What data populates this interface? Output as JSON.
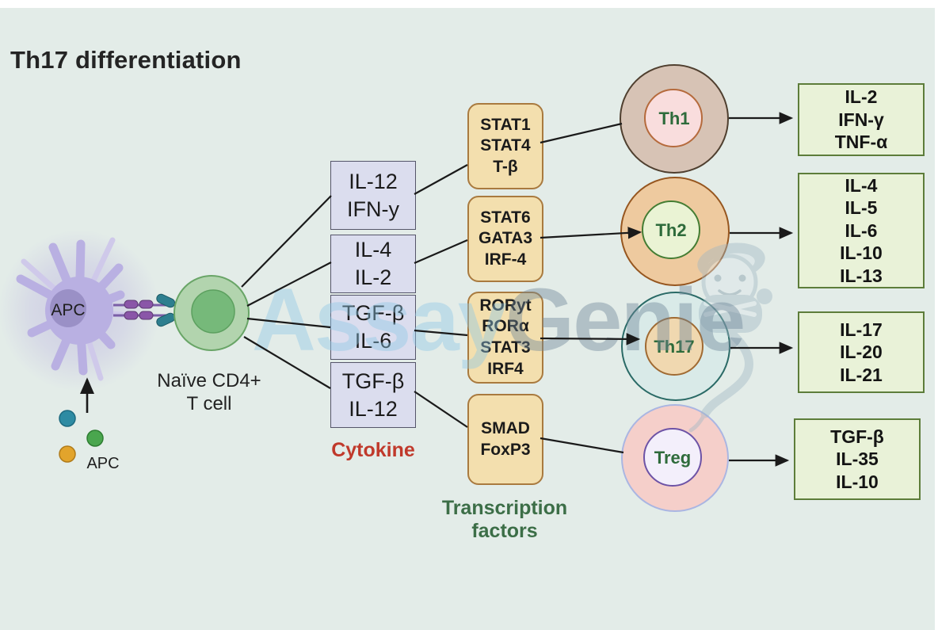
{
  "title": "Th17 differentiation",
  "apc": {
    "cell_label": "APC",
    "legend_label": "APC"
  },
  "naive_cell": {
    "label_lines": [
      "Naïve CD4+",
      "T cell"
    ]
  },
  "cytokine_group": {
    "label": "Cytokine",
    "boxes": [
      {
        "lines": [
          "IL-12",
          "IFN-y"
        ]
      },
      {
        "lines": [
          "IL-4",
          "IL-2"
        ]
      },
      {
        "lines": [
          "TGF-β",
          "IL-6"
        ]
      },
      {
        "lines": [
          "TGF-β",
          "IL-12"
        ]
      }
    ]
  },
  "transcription_group": {
    "label_lines": [
      "Transcription",
      "factors"
    ],
    "boxes": [
      {
        "lines": [
          "STAT1",
          "STAT4",
          "T-β"
        ]
      },
      {
        "lines": [
          "STAT6",
          "GATA3",
          "IRF-4"
        ]
      },
      {
        "lines": [
          "RORyt",
          "RORα",
          "STAT3",
          "IRF4"
        ]
      },
      {
        "lines": [
          "SMAD",
          "FoxP3"
        ]
      }
    ]
  },
  "cells": [
    {
      "label": "Th1"
    },
    {
      "label": "Th2"
    },
    {
      "label": "Th17"
    },
    {
      "label": "Treg"
    }
  ],
  "outputs": [
    {
      "lines": [
        "IL-2",
        "IFN-γ",
        "TNF-α"
      ]
    },
    {
      "lines": [
        "IL-4",
        "IL-5",
        "IL-6",
        "IL-10",
        "IL-13"
      ]
    },
    {
      "lines": [
        "IL-17",
        "IL-20",
        "IL-21"
      ]
    },
    {
      "lines": [
        "TGF-β",
        "IL-35",
        "IL-10"
      ]
    }
  ],
  "watermark": {
    "part1": "Assay",
    "part2": "Genie"
  },
  "colors": {
    "background": "#e3ece8",
    "cytokine_box_fill": "#dbddee",
    "transcription_box_fill": "#f3dfae",
    "output_box_fill": "#e9f2d8",
    "cytokine_label": "#c0392b",
    "transcription_label": "#3c6e47",
    "cell_label": "#2e6b3b",
    "th1_outer": "#d7c3b5",
    "th1_inner": "#f9dddd",
    "th2_outer": "#eeca9f",
    "th2_inner": "#eaf3d4",
    "th17_outer": "#d9eae8",
    "th17_inner": "#f0d8b0",
    "treg_outer": "#f5cfca",
    "treg_inner": "#f3effb",
    "naive_cell_outer": "#b2d4ae",
    "naive_cell_inner": "#76b97a",
    "apc_cell": "#b9b0e2",
    "watermark_blue": "#8ec8e6",
    "watermark_gray": "#6e8699"
  }
}
